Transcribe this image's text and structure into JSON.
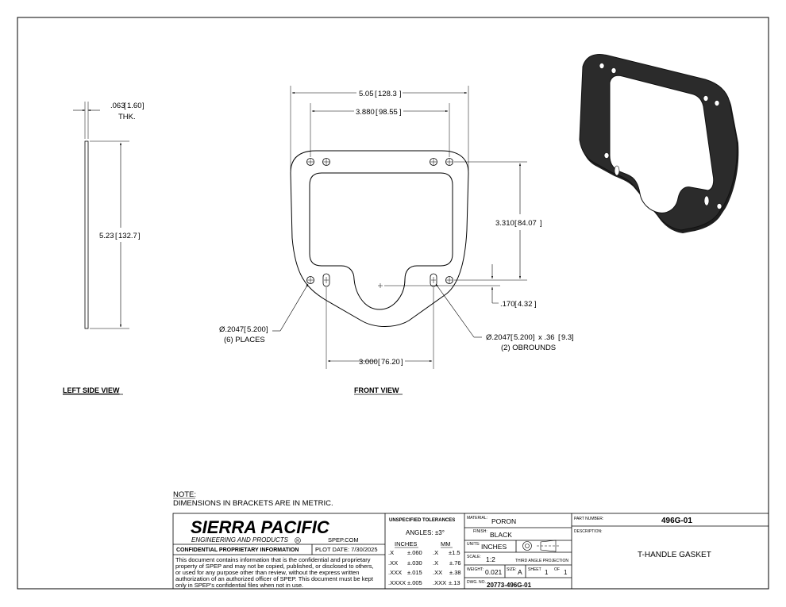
{
  "side_view": {
    "title": "LEFT SIDE VIEW",
    "thk_value": ".063",
    "thk_metric": "1.60",
    "thk_suffix": "THK.",
    "height_value": "5.23",
    "height_metric": "132.7"
  },
  "front_view": {
    "title": "FRONT VIEW",
    "width_overall": "5.05",
    "width_overall_metric": "128.3",
    "hole_span_top": "3.880",
    "hole_span_top_metric": "98.55",
    "height_holes": "3.310",
    "height_holes_metric": "84.07",
    "offset_small": ".170",
    "offset_small_metric": "4.32",
    "hole_span_bottom": "3.000",
    "hole_span_bottom_metric": "76.20",
    "hole_callout_dia": "Ø.2047",
    "hole_callout_metric": "5.200",
    "hole_callout_qty": "(6) PLACES",
    "obround_callout_dia": "Ø.2047",
    "obround_callout_metric": "5.200",
    "obround_callout_len": "x .36",
    "obround_callout_len_metric": "9.3",
    "obround_callout_qty": "(2) OBROUNDS"
  },
  "note": {
    "heading": "NOTE:",
    "text": "DIMENSIONS IN BRACKETS ARE IN METRIC."
  },
  "title_block": {
    "company": "SIERRA PACIFIC",
    "company_sub": "ENGINEERING AND PRODUCTS",
    "website": "SPEP.COM",
    "confidential_label": "CONFIDENTIAL PROPRIETARY INFORMATION",
    "plot_date": "PLOT DATE: 7/30/2025",
    "confidential_text": [
      "This document contains information that is the confidential and proprietary",
      "property of SPEP and may not be copied, published, or disclosed to others,",
      "or used for any purpose  other than review, without the express written",
      "authorization of an authorized officer of SPEP. This document must be kept",
      "only in SPEP's confidential files when not in use."
    ],
    "tolerances_header": "UNSPECIFIED TOLERANCES",
    "angles": "ANGLES: ±3°",
    "inches_header": "INCHES",
    "mm_header": "MM",
    "tolerance_rows": [
      {
        "in_place": ".X",
        "in_tol": "±.060",
        "mm_place": ".X",
        "mm_tol": "±1.5"
      },
      {
        "in_place": ".XX",
        "in_tol": "±.030",
        "mm_place": ".X",
        "mm_tol": "±.76"
      },
      {
        "in_place": ".XXX",
        "in_tol": "±.015",
        "mm_place": ".XX",
        "mm_tol": "±.38"
      },
      {
        "in_place": ".XXXX",
        "in_tol": "±.005",
        "mm_place": ".XXX",
        "mm_tol": "±.13"
      }
    ],
    "material_label": "MATERIAL:",
    "material": "PORON",
    "finish_label": "FINISH:",
    "finish": "BLACK",
    "units_label": "UNITS:",
    "units": "INCHES",
    "scale_label": "SCALE:",
    "scale": "1:2",
    "projection": "THIRD ANGLE PROJECTION",
    "weight_label": "WEIGHT:",
    "weight": "0.021",
    "size_label": "SIZE:",
    "size": "A",
    "sheet_label": "SHEET",
    "sheet_num": "1",
    "of_label": "OF",
    "sheet_total": "1",
    "dwg_label": "DWG. NO.",
    "dwg_no": "20773-496G-01",
    "part_number_label": "PART NUMBER:",
    "part_number": "496G-01",
    "description_label": "DESCRIPTION:",
    "description": "T-HANDLE GASKET"
  },
  "colors": {
    "line": "#000000",
    "gasket_fill": "#2b2b2b",
    "paper": "#ffffff"
  }
}
